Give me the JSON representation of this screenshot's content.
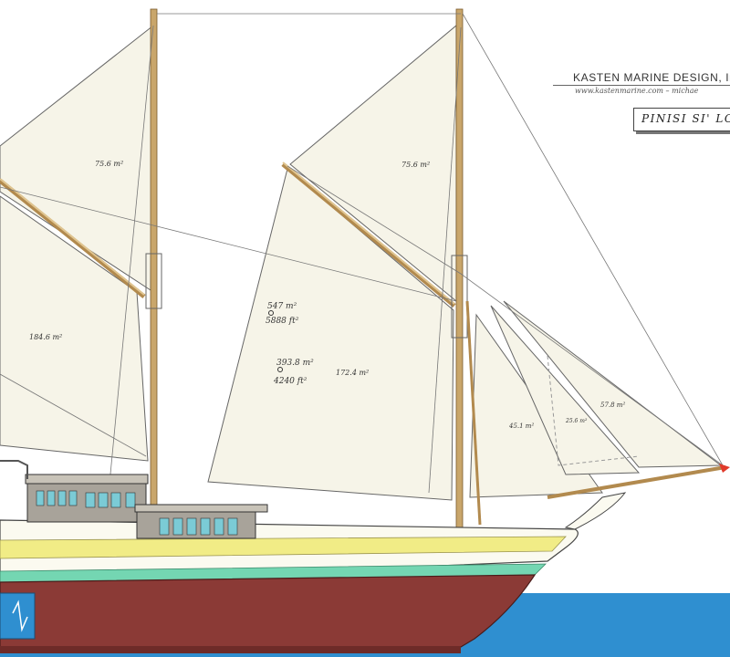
{
  "title_block": {
    "firm": "KASTEN MARINE DESIGN, Inc",
    "contact": "www.kastenmarine.com  –  michae",
    "boat_name": "PINISI SI' LOL"
  },
  "sail_labels": {
    "fore_topsail_main": "75.6 m²",
    "main_topsail": "75.6 m²",
    "fore_sail": "184.6 m²",
    "total_area_1": "547 m²",
    "total_area_1_ft": "5888 ft²",
    "total_area_2": "393.8 m²",
    "total_area_2_ft": "4240 ft²",
    "main_sail": "172.4 m²",
    "jib_inner": "45.1 m²",
    "jib_middle": "25.6 m²",
    "jib_outer": "57.8 m²"
  },
  "colors": {
    "sail": "#f6f4e8",
    "spar": "#c9a66b",
    "hull_topsides": "#fbfaf0",
    "hull_bottom": "#8b3a36",
    "boot_yellow": "#f1ec86",
    "boot_green": "#74d6b2",
    "water": "#2f8fd0",
    "deckhouse": "#a8a39a",
    "window": "#7bcbd6"
  }
}
